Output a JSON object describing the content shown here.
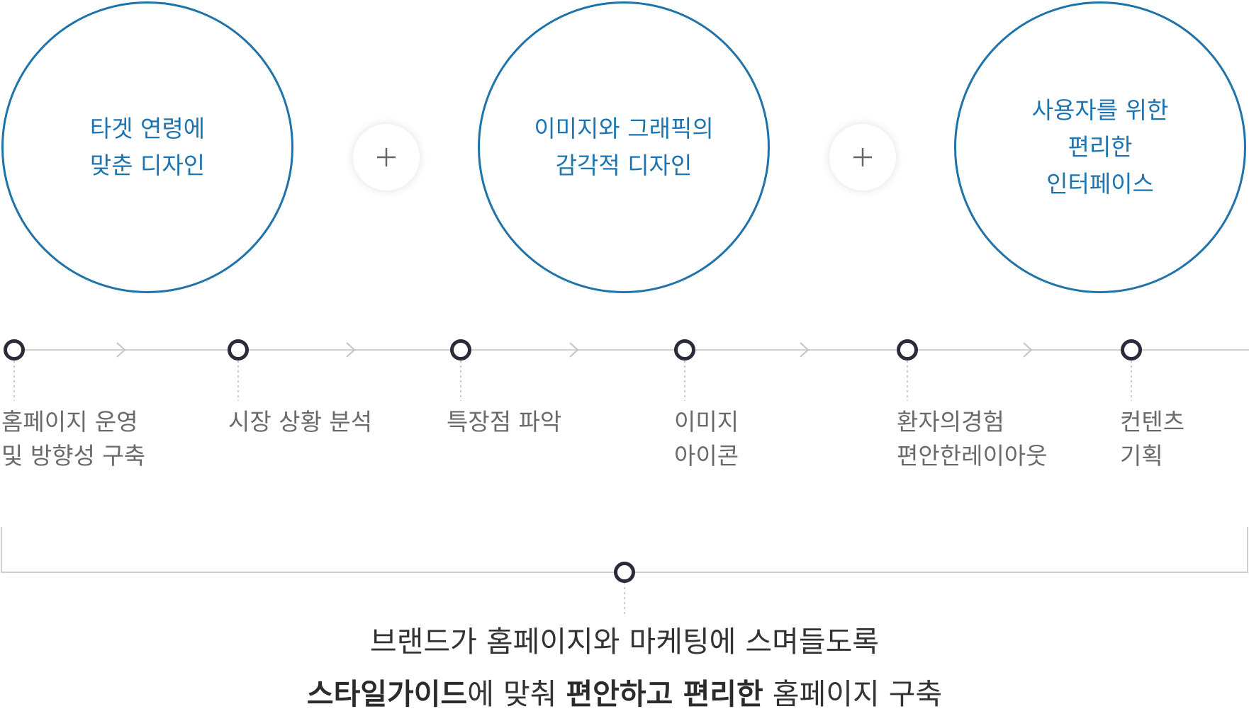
{
  "circles": [
    {
      "text": "타겟 연령에\n맞춘 디자인"
    },
    {
      "text": "이미지와 그래픽의\n감각적 디자인"
    },
    {
      "text": "사용자를 위한\n편리한\n인터페이스"
    }
  ],
  "plus_icon": "plus-icon",
  "steps": [
    {
      "label": "홈페이지 운영\n및 방향성 구축"
    },
    {
      "label": "시장 상황 분석"
    },
    {
      "label": "특장점 파악"
    },
    {
      "label": "이미지\n아이콘"
    },
    {
      "label": "환자의경험\n편안한레이아웃"
    },
    {
      "label": "컨텐츠\n기획"
    }
  ],
  "summary": {
    "line1": "브랜드가 홈페이지와 마케팅에 스며들도록",
    "line2_parts": [
      {
        "text": "스타일가이드",
        "bold": true
      },
      {
        "text": "에 맞춰 ",
        "bold": false
      },
      {
        "text": "편안하고 편리한",
        "bold": true
      },
      {
        "text": " 홈페이지 구축",
        "bold": false
      }
    ]
  },
  "colors": {
    "circle_border": "#1f73a8",
    "circle_text": "#1c75b0",
    "node_ring": "#2a2a3a",
    "line": "#d0d0d0",
    "step_text": "#6a6a6a",
    "summary_text": "#333333"
  }
}
